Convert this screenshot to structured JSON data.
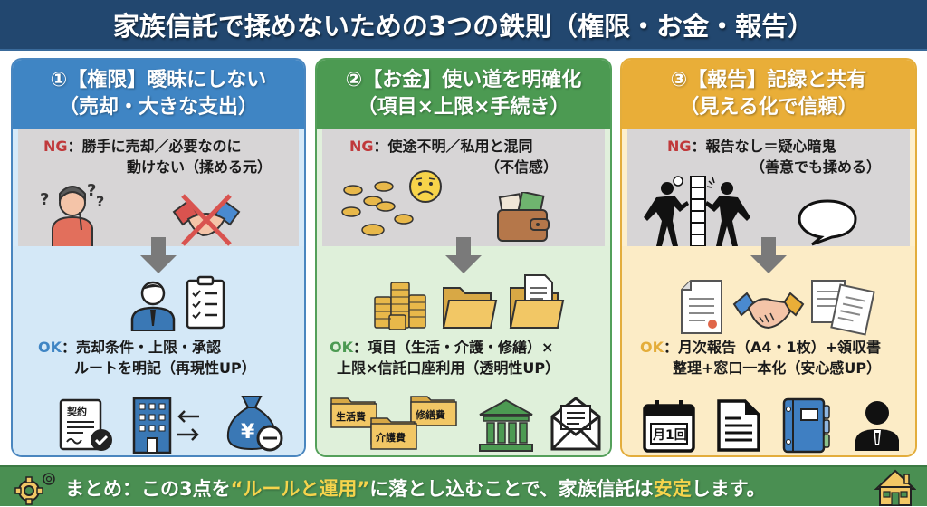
{
  "title": "家族信託で揉めないための3つの鉄則（権限・お金・報告）",
  "panels": [
    {
      "header_line1": "①【権限】曖昧にしない",
      "header_line2": "（売却・大きな支出）",
      "ng_label": "NG",
      "ng_line1": "：勝手に売却／必要なのに",
      "ng_line2": "動けない（揉める元）",
      "ok_label": "OK",
      "ok_line1": "：売却条件・上限・承認",
      "ok_line2": "ルートを明記（再現性UP）",
      "icons_ng": [
        "confused-person-icon",
        "crossed-handshake-icon"
      ],
      "icons_ok_top": [
        "businessman-icon",
        "checklist-clipboard-icon"
      ],
      "icons_ok_bottom": [
        "contract-document-icon",
        "building-exchange-icon",
        "yen-money-bag-minus-icon"
      ],
      "contract_label": "契約",
      "yen_symbol": "¥",
      "colors": {
        "accent": "#3f85c4",
        "ok_bg": "#d4e8f7"
      }
    },
    {
      "header_line1": "②【お金】使い道を明確化",
      "header_line2": "（項目×上限×手続き）",
      "ng_label": "NG",
      "ng_line1": "：使途不明／私用と混同",
      "ng_line2": "（不信感）",
      "ok_label": "OK",
      "ok_line1": "：項目（生活・介護・修繕）×",
      "ok_line2": "上限×信託口座利用（透明性UP）",
      "icons_ng": [
        "scattered-coins-icon",
        "worried-face-icon",
        "wallet-icon"
      ],
      "icons_ok_top": [
        "coin-stacks-icon",
        "open-folder-icon",
        "folder-with-document-icon"
      ],
      "icons_ok_bottom": [
        "labeled-folders-icon",
        "bank-icon",
        "envelope-icon"
      ],
      "folder_labels": [
        "生活費",
        "介護費",
        "修繕費"
      ],
      "colors": {
        "accent": "#4c9a52",
        "ok_bg": "#dff0da"
      }
    },
    {
      "header_line1": "③【報告】記録と共有",
      "header_line2": "（見える化で信頼）",
      "ng_label": "NG",
      "ng_line1": "：報告なし＝疑心暗鬼",
      "ng_line2": "（善意でも揉める）",
      "ok_label": "OK",
      "ok_line1": "：月次報告（A4・1枚）+領収書",
      "ok_line2": "整理+窓口一本化（安心感UP）",
      "icons_ng": [
        "people-with-wall-icon",
        "speech-bubble-icon"
      ],
      "icons_ok_top": [
        "certificate-document-icon",
        "handshake-icon",
        "documents-icon"
      ],
      "icons_ok_bottom": [
        "calendar-icon",
        "document-icon",
        "binder-icon",
        "person-icon"
      ],
      "calendar_label": "月1回",
      "colors": {
        "accent": "#e9ae38",
        "ok_bg": "#fcecc6"
      }
    }
  ],
  "footer": {
    "prefix": "まとめ：この3点を",
    "highlight1": "“ルールと運用”",
    "middle": "に落とし込むことで、家族信託は",
    "highlight2": "安定",
    "suffix": "します。",
    "icons": [
      "gear-icon",
      "house-icon"
    ]
  },
  "colors": {
    "title_bg": "#22476f",
    "footer_bg": "#4a8f52",
    "ng_red": "#c0393b",
    "highlight_yellow": "#f5d44c"
  }
}
